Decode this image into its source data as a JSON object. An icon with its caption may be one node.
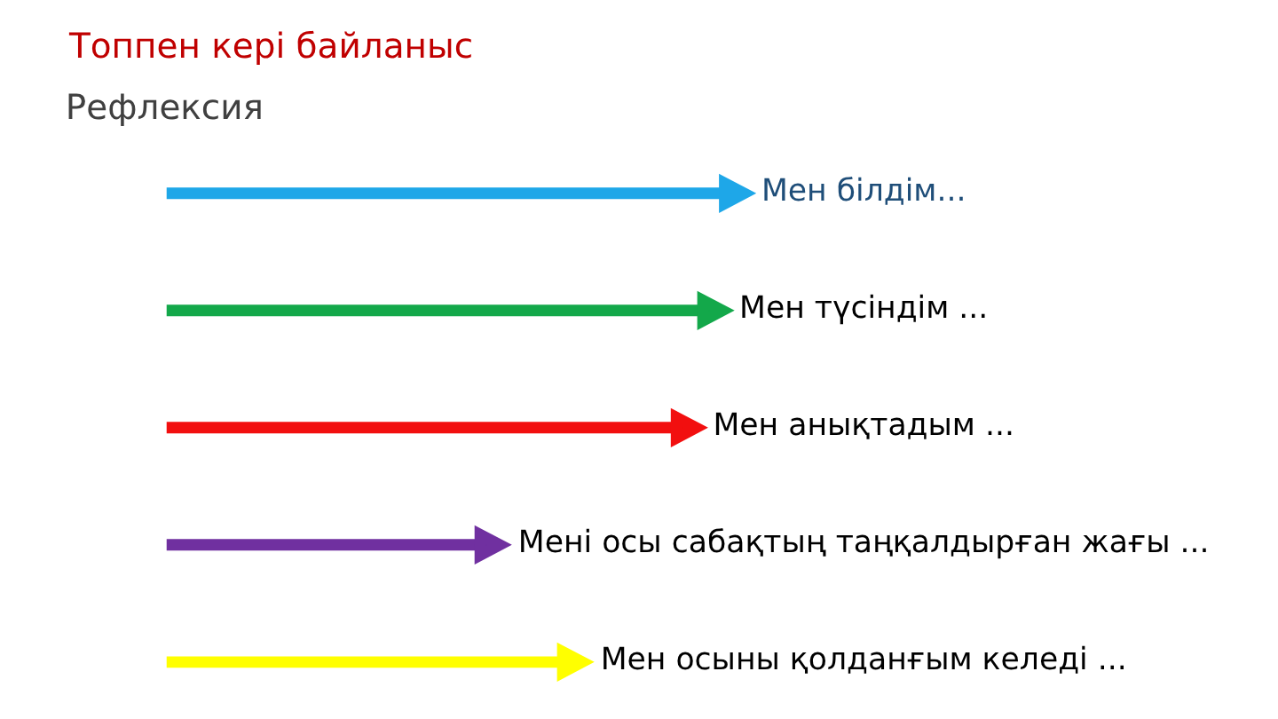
{
  "diagram": {
    "title": "Топпен кері байланыс",
    "nodes": [
      {
        "text": [
          "Мен білдім..."
        ]
      },
      {
        "text": [
          "Мен түсіндім ..."
        ]
      },
      {
        "text": [
          "Мен анықтадым ..."
        ]
      },
      {
        "text": [
          "Мені осы сабақтың таңқалдырған жағы ..."
        ]
      },
      {
        "text": [
          "Мен осыны қолданғым келеді ..."
        ]
      }
    ],
    "edges": [
      {
        "from": null,
        "to": 0,
        "arrow": "to",
        "color": "#1ea7e8"
      },
      {
        "from": null,
        "to": 1,
        "arrow": "to",
        "color": "#13a84a"
      },
      {
        "from": null,
        "to": 2,
        "arrow": "to",
        "color": "#f20f0f"
      },
      {
        "from": null,
        "to": 3,
        "arrow": "to",
        "color": "#7030a0"
      },
      {
        "from": null,
        "to": 4,
        "arrow": "to",
        "color": "#ffff00"
      }
    ],
    "labels": [
      "Рефлексия"
    ]
  }
}
